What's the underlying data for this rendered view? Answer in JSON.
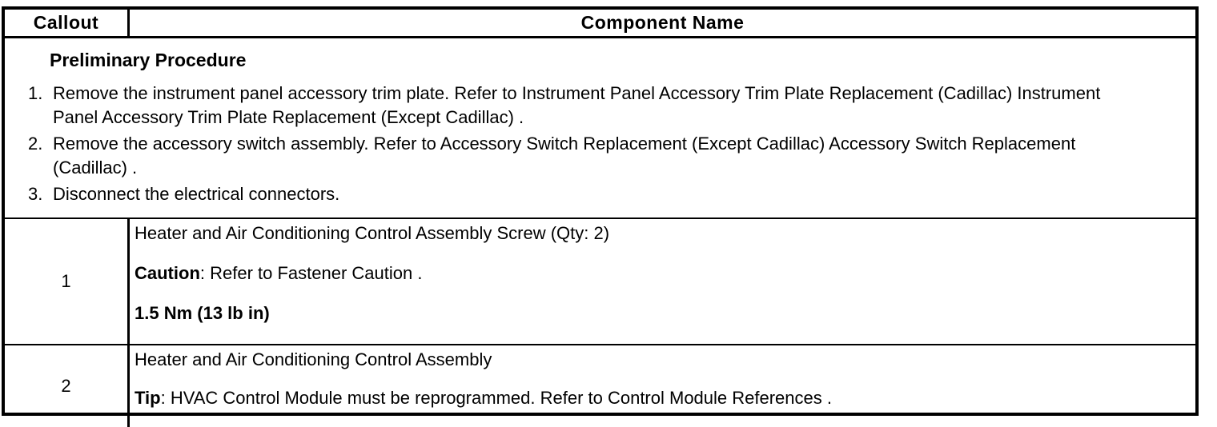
{
  "page": {
    "background_color": "#ffffff",
    "text_color": "#000000",
    "border_color": "#000000"
  },
  "table": {
    "header": {
      "callout": "Callout",
      "component": "Component Name"
    },
    "preliminary": {
      "title": "Preliminary Procedure",
      "steps": [
        {
          "num": "1.",
          "text": "Remove the instrument panel accessory trim plate. Refer to Instrument Panel Accessory Trim Plate Replacement (Cadillac) Instrument Panel Accessory Trim Plate Replacement (Except Cadillac) ."
        },
        {
          "num": "2.",
          "text": "Remove the accessory switch assembly. Refer to Accessory Switch Replacement (Except Cadillac) Accessory Switch Replacement (Cadillac) ."
        },
        {
          "num": "3.",
          "text": "Disconnect the electrical connectors."
        }
      ]
    },
    "rows": [
      {
        "callout": "1",
        "component": "Heater and Air Conditioning Control Assembly Screw (Qty: 2)",
        "caution_label": "Caution",
        "caution_text": ": Refer to Fastener Caution .",
        "torque": "1.5 Nm (13 lb in)"
      },
      {
        "callout": "2",
        "component": "Heater and Air Conditioning Control Assembly",
        "tip_label": "Tip",
        "tip_text": ": HVAC Control Module must be reprogrammed. Refer to Control Module References ."
      }
    ]
  }
}
